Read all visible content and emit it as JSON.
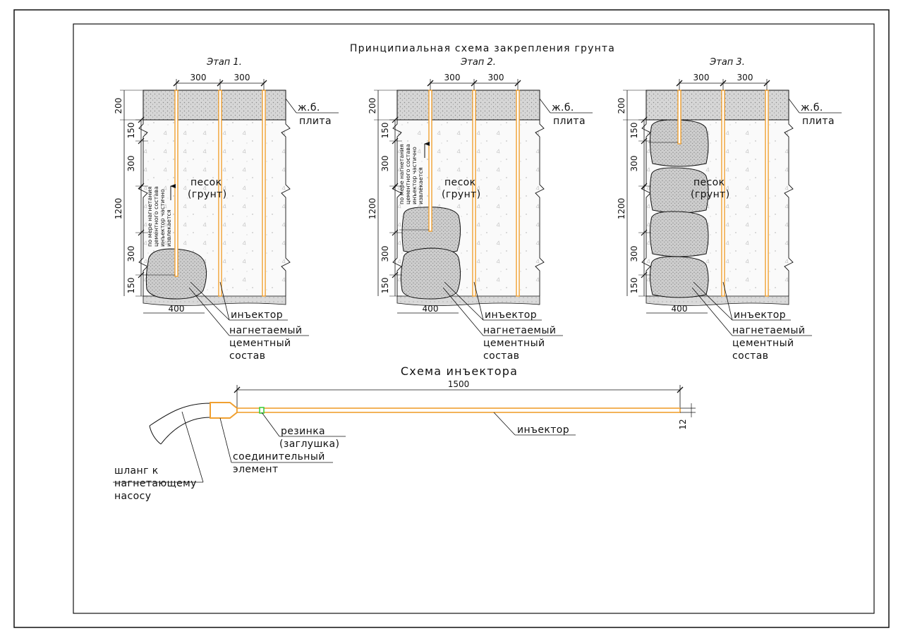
{
  "title": "Принципиальная схема закрепления грунта",
  "stages": [
    {
      "name": "Этап 1."
    },
    {
      "name": "Этап 2."
    },
    {
      "name": "Этап 3."
    }
  ],
  "dims": {
    "spacing": "300",
    "slab": "200",
    "d150": "150",
    "d300": "300",
    "d1200": "1200",
    "bulb_width": "400",
    "injector_length": "1500",
    "injector_diameter": "12"
  },
  "labels": {
    "slab_line1": "ж.б.",
    "slab_line2": "плита",
    "sand_line1": "песок",
    "sand_line2": "(грунт)",
    "injector": "инъектор",
    "grout_line1": "нагнетаемый",
    "grout_line2": "цементный",
    "grout_line3": "состав",
    "note_line1": "по мере нагнетания",
    "note_line2": "цементного состава",
    "note_line3": "инъектор частично",
    "note_line4": "извлекается"
  },
  "injector_scheme": {
    "title": "Схема инъектора",
    "rubber_line1": "резинка",
    "rubber_line2": "(заглушка)",
    "injector": "инъектор",
    "connector_line1": "соединительный",
    "connector_line2": "элемент",
    "hose_line1": "шланг к",
    "hose_line2": "нагнетающему",
    "hose_line3": "насосу"
  },
  "colors": {
    "injector": "#f0a030",
    "rubber": "#33cc33",
    "slab": "#d8d8d8",
    "sand": "#f9f9f9",
    "grout": "#cfcfcf",
    "line": "#111111"
  }
}
